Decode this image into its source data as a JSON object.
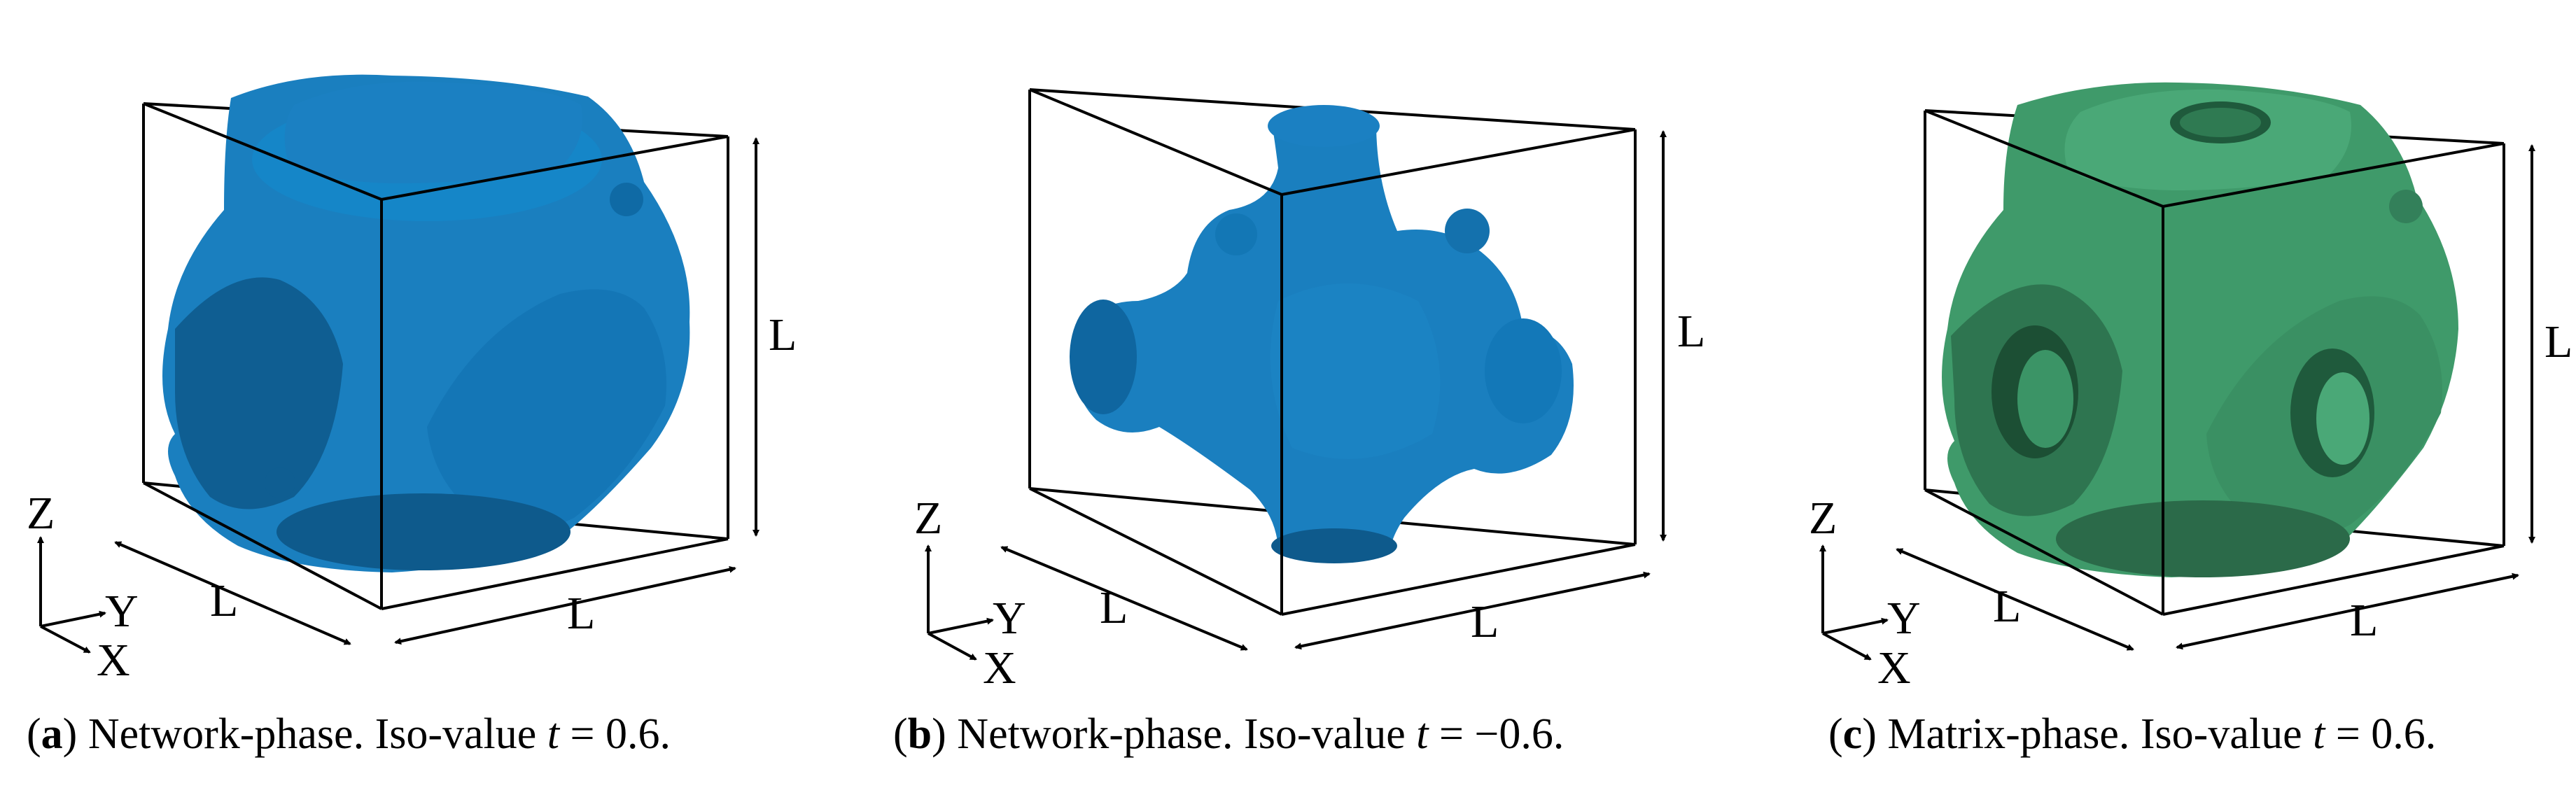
{
  "panels": [
    {
      "tag": "a",
      "caption_text": " Network-phase. Iso-value ",
      "caption_var": "t",
      "caption_eq": " = 0.6.",
      "phase_color": "#1a7fbf",
      "dim_label_vertical": "L",
      "dim_label_left": "L",
      "dim_label_right": "L",
      "axis_z": "Z",
      "axis_y": "Y",
      "axis_x": "X"
    },
    {
      "tag": "b",
      "caption_text": " Network-phase. Iso-value ",
      "caption_var": "t",
      "caption_eq": " = −0.6.",
      "phase_color": "#1a7fbf",
      "dim_label_vertical": "L",
      "dim_label_left": "L",
      "dim_label_right": "L",
      "axis_z": "Z",
      "axis_y": "Y",
      "axis_x": "X"
    },
    {
      "tag": "c",
      "caption_text": " Matrix-phase. Iso-value ",
      "caption_var": "t",
      "caption_eq": " = 0.6.",
      "phase_color": "#3f9a6a",
      "dim_label_vertical": "L",
      "dim_label_left": "L",
      "dim_label_right": "L",
      "axis_z": "Z",
      "axis_y": "Y",
      "axis_x": "X"
    }
  ]
}
